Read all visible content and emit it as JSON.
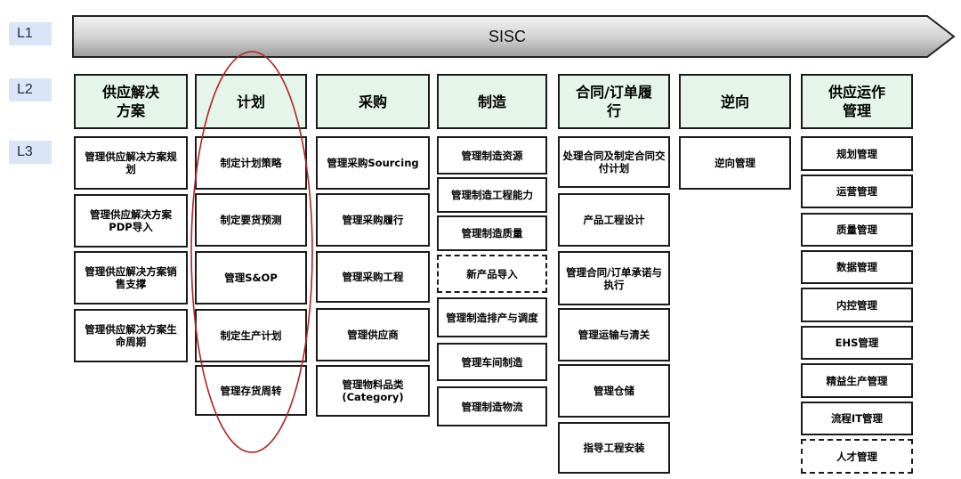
{
  "levels": {
    "l1": "L1",
    "l2": "L2",
    "l3": "L3"
  },
  "banner": {
    "label": "SISC"
  },
  "columns": [
    {
      "title": "供应解决\n方案",
      "items": [
        {
          "label": "管理供应解决方案规\n划",
          "dashed": false
        },
        {
          "label": "管理供应解决方案\nPDP导入",
          "dashed": false
        },
        {
          "label": "管理供应解决方案销\n售支撑",
          "dashed": false
        },
        {
          "label": "管理供应解决方案生\n命周期",
          "dashed": false
        }
      ]
    },
    {
      "title": "计划",
      "items": [
        {
          "label": "制定计划策略",
          "dashed": false
        },
        {
          "label": "制定要货预测",
          "dashed": false
        },
        {
          "label": "管理S&OP",
          "dashed": false
        },
        {
          "label": "制定生产计划",
          "dashed": false
        },
        {
          "label": "管理存货周转",
          "dashed": false
        }
      ]
    },
    {
      "title": "采购",
      "items": [
        {
          "label": "管理采购Sourcing",
          "dashed": false
        },
        {
          "label": "管理采购履行",
          "dashed": false
        },
        {
          "label": "管理采购工程",
          "dashed": false
        },
        {
          "label": "管理供应商",
          "dashed": false
        },
        {
          "label": "管理物料品类\n(Category)",
          "dashed": false
        }
      ]
    },
    {
      "title": "制造",
      "items": [
        {
          "label": "管理制造资源",
          "dashed": false
        },
        {
          "label": "管理制造工程能力",
          "dashed": false
        },
        {
          "label": "管理制造质量",
          "dashed": false
        },
        {
          "label": "新产品导入",
          "dashed": true
        },
        {
          "label": "管理制造排产与调度",
          "dashed": false
        },
        {
          "label": "管理车间制造",
          "dashed": false
        },
        {
          "label": "管理制造物流",
          "dashed": false
        }
      ]
    },
    {
      "title": "合同/订单履\n行",
      "items": [
        {
          "label": "处理合同及制定合同交\n付计划",
          "dashed": false
        },
        {
          "label": "产品工程设计",
          "dashed": false
        },
        {
          "label": "管理合同/订单承诺与\n执行",
          "dashed": false
        },
        {
          "label": "管理运输与清关",
          "dashed": false
        },
        {
          "label": "管理仓储",
          "dashed": false
        },
        {
          "label": "指导工程安装",
          "dashed": false
        }
      ]
    },
    {
      "title": "逆向",
      "items": [
        {
          "label": "逆向管理",
          "dashed": false
        }
      ]
    },
    {
      "title": "供应运作\n管理",
      "items": [
        {
          "label": "规划管理",
          "dashed": false
        },
        {
          "label": "运营管理",
          "dashed": false
        },
        {
          "label": "质量管理",
          "dashed": false
        },
        {
          "label": "数据管理",
          "dashed": false
        },
        {
          "label": "内控管理",
          "dashed": false
        },
        {
          "label": "EHS管理",
          "dashed": false
        },
        {
          "label": "精益生产管理",
          "dashed": false
        },
        {
          "label": "流程IT管理",
          "dashed": false
        },
        {
          "label": "人才管理",
          "dashed": true
        }
      ]
    }
  ],
  "colors": {
    "l2_fill": "#e5f5e9",
    "tag_fill": "#d9e6f7",
    "highlight": "#b22222",
    "banner_fill": "#d6d6d6"
  }
}
